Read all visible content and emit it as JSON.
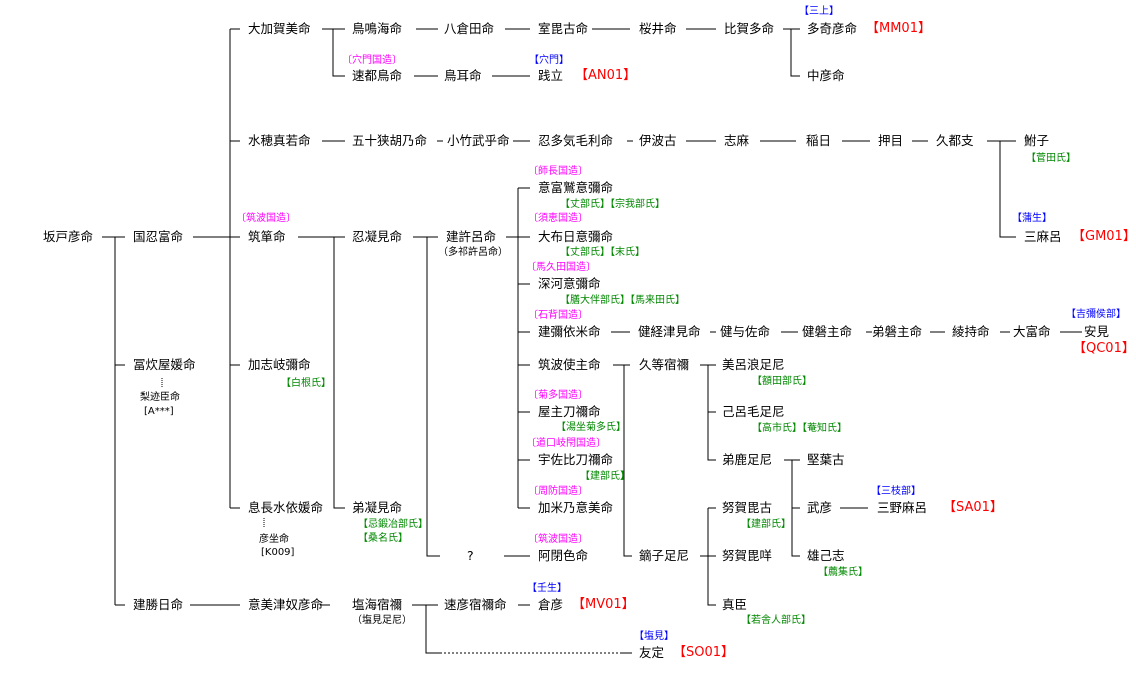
{
  "names": {
    "sakatohiko": "坂戸彦命",
    "kunioshitomi": "国忍富命",
    "tsukuhako": "筑箪命",
    "oshikorimi": "忍凝見命",
    "takekoro": "建許呂命",
    "takekoro_alt": "（多祁許呂命）",
    "ookagami": "大加賀美命",
    "tonaumi": "鳥鳴海命",
    "yakurata": "八倉田命",
    "murobiko": "室毘古命",
    "sakurai": "桜井命",
    "higata": "比賀多命",
    "takihiko": "多奇彦命",
    "nakahiko": "中彦命",
    "hayatsutori": "速都鳥命",
    "torimimi": "鳥耳命",
    "hodachi": "践立",
    "mizuhomawaka": "水穂真若命",
    "isasakono": "五十狭胡乃命",
    "otakemuo": "小竹武乎命",
    "oshitakemori": "忍多気毛利命",
    "ihako": "伊波古",
    "shima": "志麻",
    "inahi": "稲日",
    "oshime": "押目",
    "kutsuki": "久都支",
    "funako": "鮒子",
    "mimaro": "三麻呂",
    "otomiwashi": "意富鷲意彌命",
    "oonohi": "大布日意彌命",
    "fukagawa": "深河意彌命",
    "takemiyorime": "建彌依米命",
    "takefutsumi": "健経津見命",
    "takeyosa": "健与佐命",
    "takeiwanushi": "健磐主命",
    "otoiwanushi": "弟磐主命",
    "ayamochi": "綾持命",
    "ootomi": "大富命",
    "yasumi": "安見",
    "tsukubaomi": "筑波使主命",
    "kuratosukune": "久等宿禰",
    "miroro": "美呂浪足尼",
    "yanushitone": "屋主刀禰命",
    "koromo": "己呂毛足尼",
    "usahitone": "宇佐比刀禰命",
    "otoka": "弟鹿足尼",
    "kataba": "堅葉古",
    "kamenoomi": "加米乃意美命",
    "nukabiko": "努賀毘古",
    "takehiko": "武彦",
    "minomaro": "三野麻呂",
    "nukabime": "努賀毘咩",
    "okoshi": "雄己志",
    "masaomi": "真臣",
    "kaburako": "鏑子足尼",
    "unknown": "?",
    "ahenoshiko": "阿閉色命",
    "kashikime": "加志岐彌命",
    "tokashiya": "冨炊屋媛命",
    "nashitoomi": "梨迹臣命",
    "nashitoomi_code": "[A***]",
    "okinaga": "息長水依媛命",
    "hikoimasu": "彦坐命",
    "hikoimasu_code": "[K009]",
    "otokorimi": "弟凝見命",
    "takekatsuhi": "建勝日命",
    "omitsunu": "意美津奴彦命",
    "shiomi": "塩海宿禰",
    "shiomi_alt": "（塩見足尼）",
    "hayahiko": "速彦宿禰命",
    "kurahiko": "倉彦",
    "tomosada": "友定"
  },
  "kuni_no_miyatsuko": {
    "tsukuba1": "〔筑波国造〕",
    "anato": "〔穴門国造〕",
    "shinaga": "〔師長国造〕",
    "sue": "〔須恵国造〕",
    "umakuta": "〔馬久田国造〕",
    "iwase": "〔石背国造〕",
    "kikuta": "〔菊多国造〕",
    "michinoku": "〔道口岐閇国造〕",
    "suo": "〔周防国造〕",
    "tsukuba2": "〔筑波国造〕"
  },
  "surnames_blue": {
    "mikami": "【三上】",
    "anato": "【穴門】",
    "gamo": "【蒲生】",
    "kimibe": "【吉彌侯部】",
    "saikusa": "【三枝部】",
    "mibu": "【壬生】",
    "shiomi": "【塩見】"
  },
  "clans_green": {
    "sugata": "【菅田氏】",
    "hasetsukabe_soga": "【丈部氏】【宗我部氏】",
    "hasetsukabe_sue": "【丈部氏】【末氏】",
    "kashiwade": "【膳大伴部氏】【馬来田氏】",
    "shirane": "【白根氏】",
    "nukata": "【額田部氏】",
    "yue": "【湯坐菊多氏】",
    "takechi": "【高市氏】【菴知氏】",
    "takebe1": "【建部氏】",
    "takebe2": "【建部氏】",
    "komotsume": "【薦集氏】",
    "wakatoneri": "【若舎人部氏】",
    "kanuchi": "【忌鍛冶部氏】",
    "kuwana": "【桑名氏】"
  },
  "codes_red": {
    "mm01": "【MM01】",
    "an01": "【AN01】",
    "gm01": "【GM01】",
    "qc01": "【QC01】",
    "sa01": "【SA01】",
    "mv01": "【MV01】",
    "so01": "【SO01】"
  }
}
